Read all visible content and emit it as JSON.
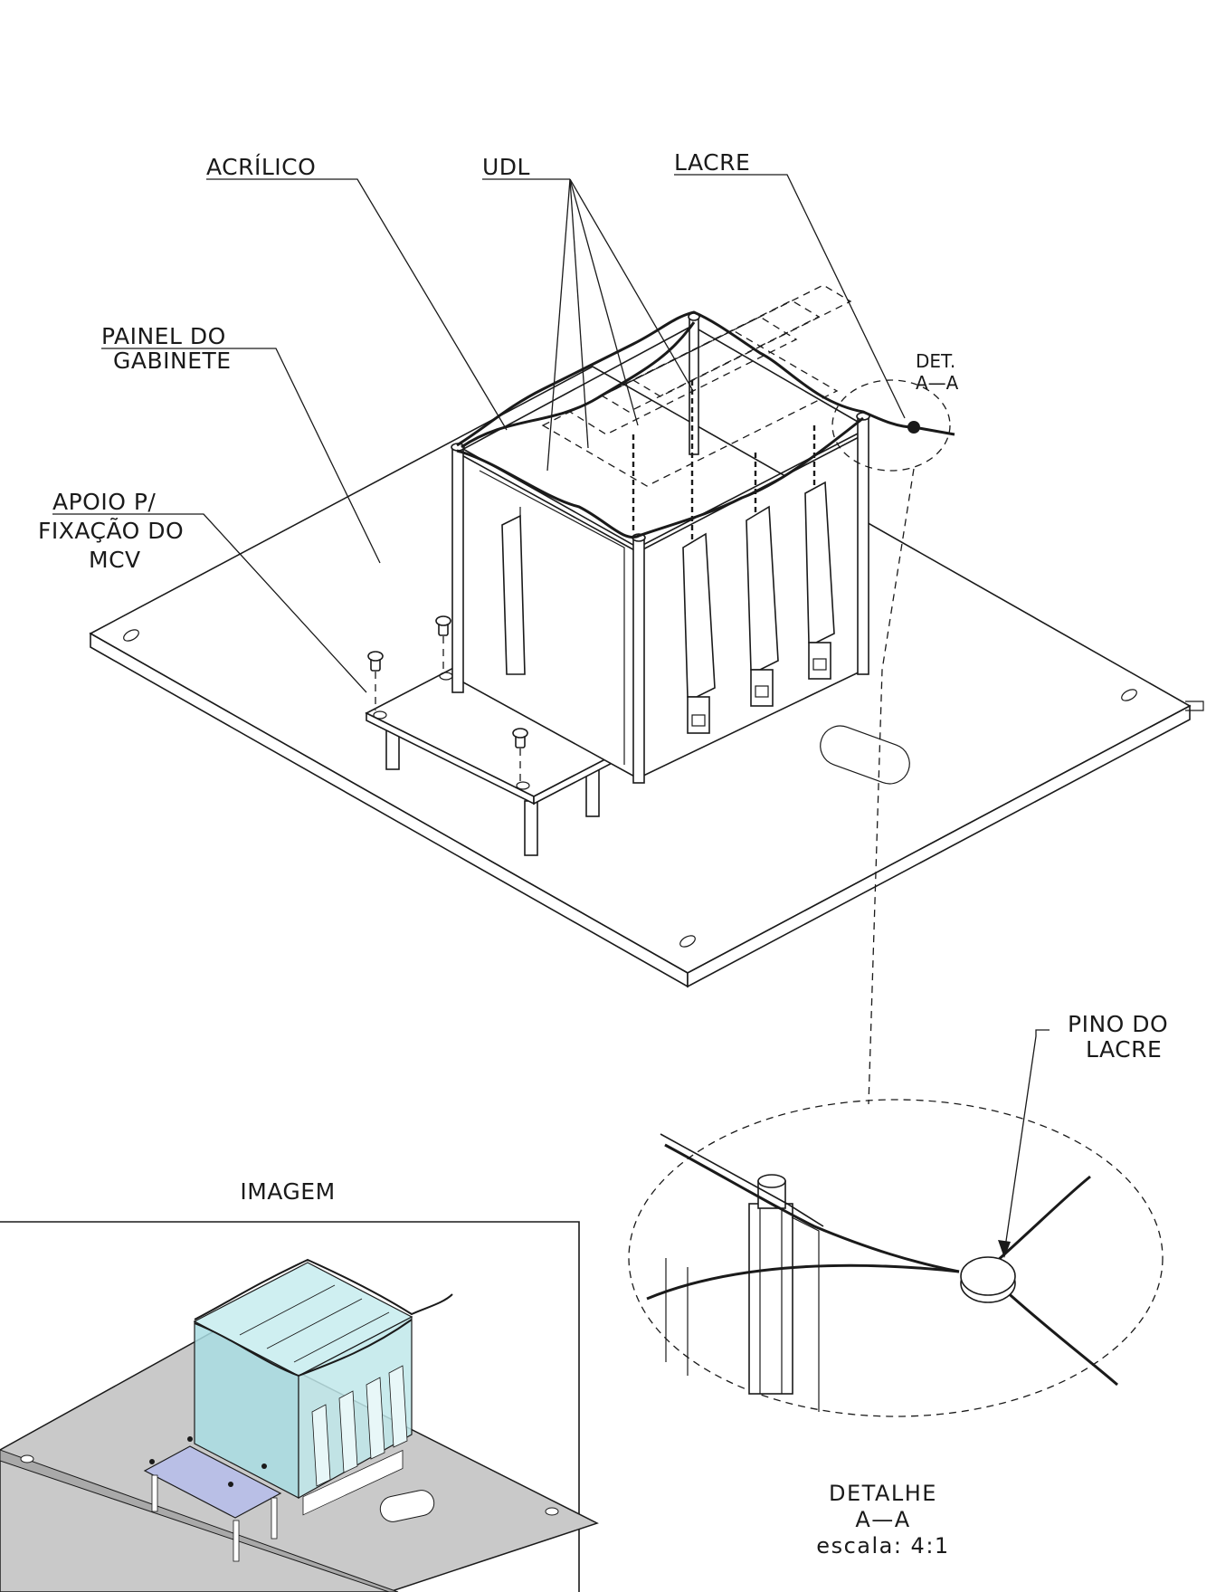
{
  "labels": {
    "acrilico": "ACRÍLICO",
    "udl": "UDL",
    "lacre": "LACRE",
    "painel_line1": "PAINEL DO",
    "painel_line2": "GABINETE",
    "apoio_line1": "APOIO P/",
    "apoio_line2": "FIXAÇÃO DO",
    "apoio_line3": "MCV",
    "det_line1": "DET.",
    "det_line2": "A—A",
    "pino_line1": "PINO DO",
    "pino_line2": "LACRE",
    "imagem": "IMAGEM",
    "detalhe_line1": "DETALHE",
    "detalhe_line2": "A—A",
    "detalhe_line3": "escala: 4:1"
  },
  "colors": {
    "line": "#1a1a1a",
    "acrylic_fill": "#a9dde3",
    "base_fill": "#c9c9c9",
    "support_fill": "#b9bfe6"
  }
}
